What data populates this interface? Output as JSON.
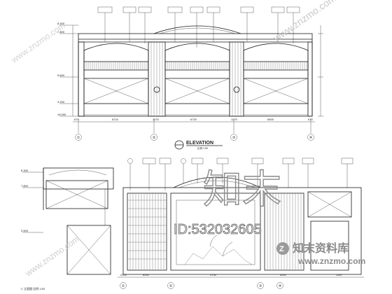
{
  "top_elevation": {
    "level_marks": [
      "8.300",
      "7.800",
      "5.600",
      "3.200",
      "±0.000"
    ],
    "bottom_dims": [
      "670",
      "6710",
      "1270",
      "6720",
      "1270",
      "6500",
      "670"
    ],
    "grid_labels": [
      "①",
      "②",
      "③",
      "④"
    ],
    "title": "ELEVATION",
    "subtitle": "比例 1:50"
  },
  "bottom_elevation": {
    "level_marks": [
      "8.300",
      "7.800",
      "3.500"
    ],
    "bottom_dims": [
      "2200",
      "6500",
      "5740",
      "6500",
      "1100"
    ],
    "grid_labels": [
      "①",
      "②",
      "③",
      "④"
    ],
    "caption": "C 立面图 比例 1:50"
  },
  "watermark": {
    "glyphs": "知末",
    "id_text": "ID:532032605",
    "site_cn": "知末资料库",
    "site_url": "www.znzmo.com",
    "diagonal_url": "www.znzmo.com"
  },
  "colors": {
    "line": "#1a1a1a",
    "paper": "#ffffff",
    "watermark": "#9a9a9a"
  }
}
